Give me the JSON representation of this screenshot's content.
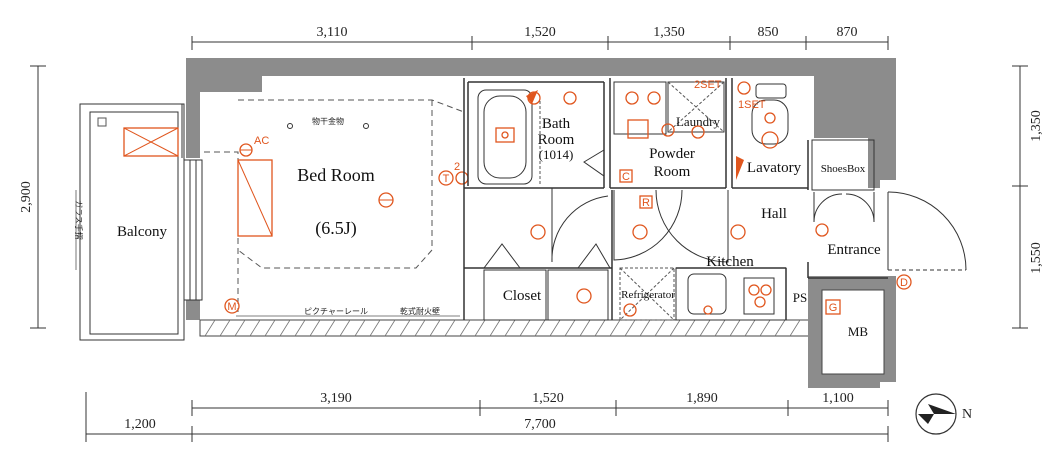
{
  "top_dimensions": [
    "3,110",
    "1,520",
    "1,350",
    "850",
    "870"
  ],
  "bottom_dimensions_row1": [
    "3,190",
    "1,520",
    "1,890",
    "1,100"
  ],
  "bottom_dimensions_row2": [
    "1,200",
    "7,700"
  ],
  "left_dimension": "2,900",
  "right_dimensions": [
    "1,350",
    "1,550"
  ],
  "rooms": {
    "balcony": "Balcony",
    "bed_room": "Bed Room",
    "bed_room_size": "(6.5J)",
    "bath_room_line1": "Bath",
    "bath_room_line2": "Room",
    "bath_room_size": "(1014)",
    "laundry": "Laundry",
    "powder_room_line1": "Powder",
    "powder_room_line2": "Room",
    "lavatory": "Lavatory",
    "shoes_box": "ShoesBox",
    "hall": "Hall",
    "entrance": "Entrance",
    "kitchen": "Kitchen",
    "closet": "Closet",
    "refrigerator": "Refrigerator",
    "ps": "PS",
    "mb": "MB"
  },
  "annotations": {
    "laundry_pole": "物干金物",
    "glass_railing": "ガラス手摺",
    "picture_rail": "ピクチャーレール",
    "fire_hatch": "乾式耐火壁"
  },
  "symbols": {
    "ac": "AC",
    "m": "M",
    "c": "C",
    "r": "R",
    "g": "G",
    "d": "D",
    "t": "T",
    "t_num": "2",
    "outlet_2set": "2SET",
    "outlet_1set": "1SET"
  },
  "compass": "N",
  "colors": {
    "wall": "#8c8c8c",
    "electrical": "#e0561e"
  }
}
